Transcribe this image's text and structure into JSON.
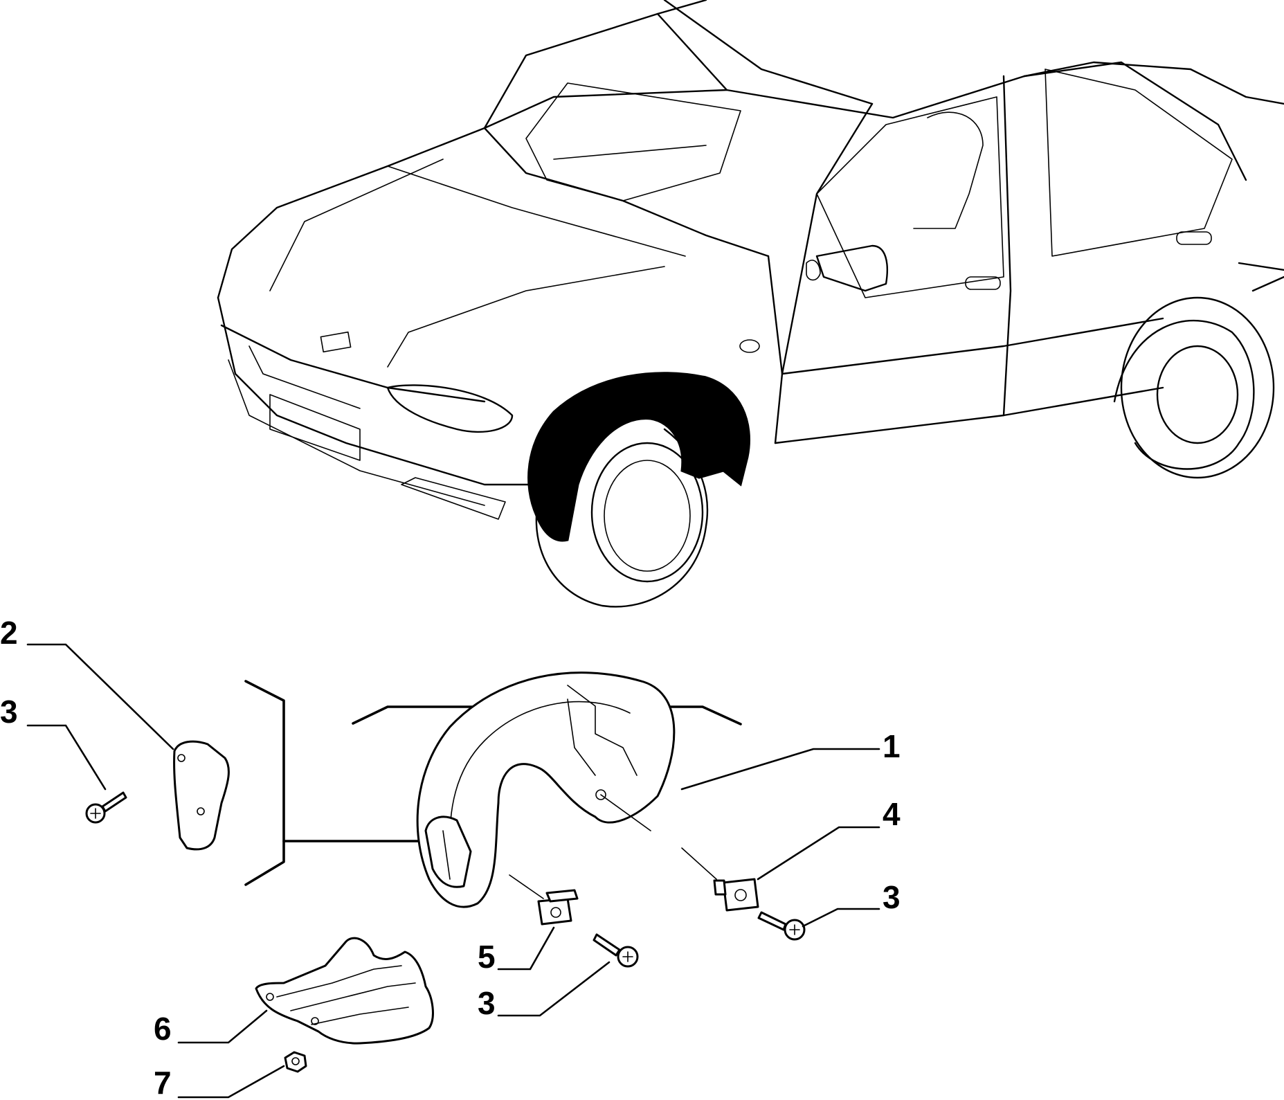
{
  "callouts": {
    "c1": "1",
    "c2": "2",
    "c3a": "3",
    "c3b": "3",
    "c3c": "3",
    "c4": "4",
    "c5": "5",
    "c6": "6",
    "c7": "7"
  }
}
